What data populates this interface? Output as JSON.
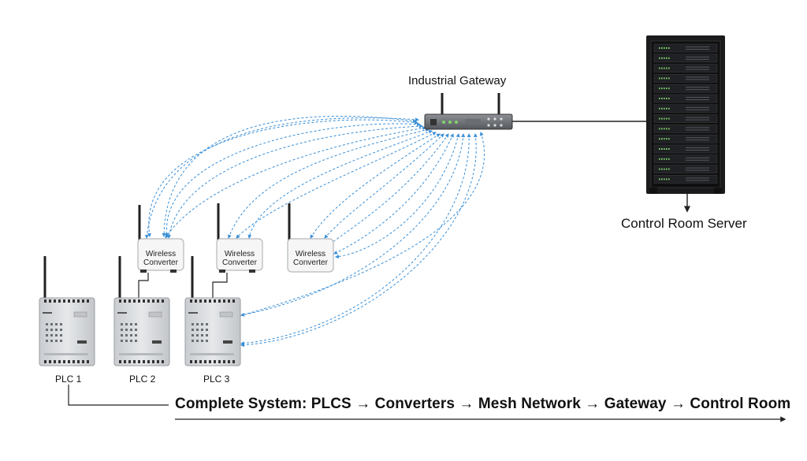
{
  "gateway": {
    "label": "Industrial Gateway"
  },
  "server": {
    "label": "Control Room Server"
  },
  "converters": [
    {
      "line1": "Wireless",
      "line2": "Converter"
    },
    {
      "line1": "Wireless",
      "line2": "Converter"
    },
    {
      "line1": "Wireless",
      "line2": "Converter"
    }
  ],
  "plcs": [
    {
      "label": "PLC 1"
    },
    {
      "label": "PLC 2"
    },
    {
      "label": "PLC 3"
    }
  ],
  "summary": "Complete System: PLCS → Converters → Mesh Network → Gateway → Control Room",
  "colors": {
    "mesh": "#3a8fd6",
    "device": "#d7d9dc",
    "rack": "#1b1b1d",
    "wire": "#222222"
  }
}
